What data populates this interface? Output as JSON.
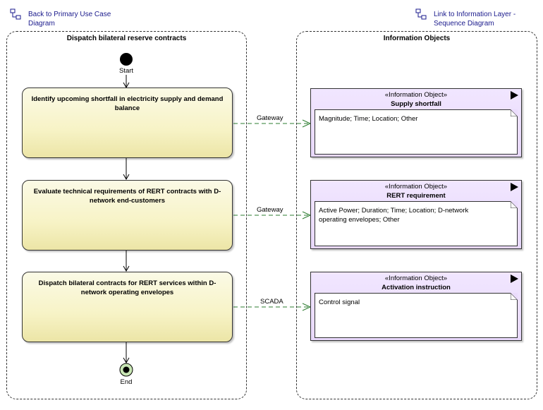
{
  "links": {
    "back": {
      "label_line1": "Back to Primary Use Case",
      "label_line2": "Diagram"
    },
    "info_layer": {
      "label_line1": "Link to Information Layer -",
      "label_line2": "Sequence Diagram"
    }
  },
  "partitions": {
    "left_title": "Dispatch bilateral reserve contracts",
    "right_title": "Information Objects"
  },
  "nodes": {
    "start": "Start",
    "end": "End"
  },
  "actions": [
    {
      "line1": "Identify upcoming shortfall in electricity supply and demand",
      "line2": "balance"
    },
    {
      "line1": "Evaluate technical requirements of RERT contracts with D-",
      "line2": "network end-customers"
    },
    {
      "line1": "Dispatch bilateral contracts for RERT services within D-",
      "line2": "network operating envelopes"
    }
  ],
  "flows": [
    "Gateway",
    "Gateway",
    "SCADA"
  ],
  "info_objects": [
    {
      "stereotype": "«Information Object»",
      "name": "Supply shortfall",
      "attr_line1": "Magnitude; Time; Location; Other",
      "attr_line2": ""
    },
    {
      "stereotype": "«Information Object»",
      "name": "RERT requirement",
      "attr_line1": "Active Power; Duration; Time; Location; D-network",
      "attr_line2": "operating envelopes; Other"
    },
    {
      "stereotype": "«Information Object»",
      "name": "Activation instruction",
      "attr_line1": "Control signal",
      "attr_line2": ""
    }
  ],
  "colors": {
    "action_fill": "#f7f3c6",
    "info_fill": "#ebdcfc",
    "flow_line": "#2e7d32",
    "link_text": "#1a1a8c",
    "end_fill": "#c8e6b4"
  }
}
